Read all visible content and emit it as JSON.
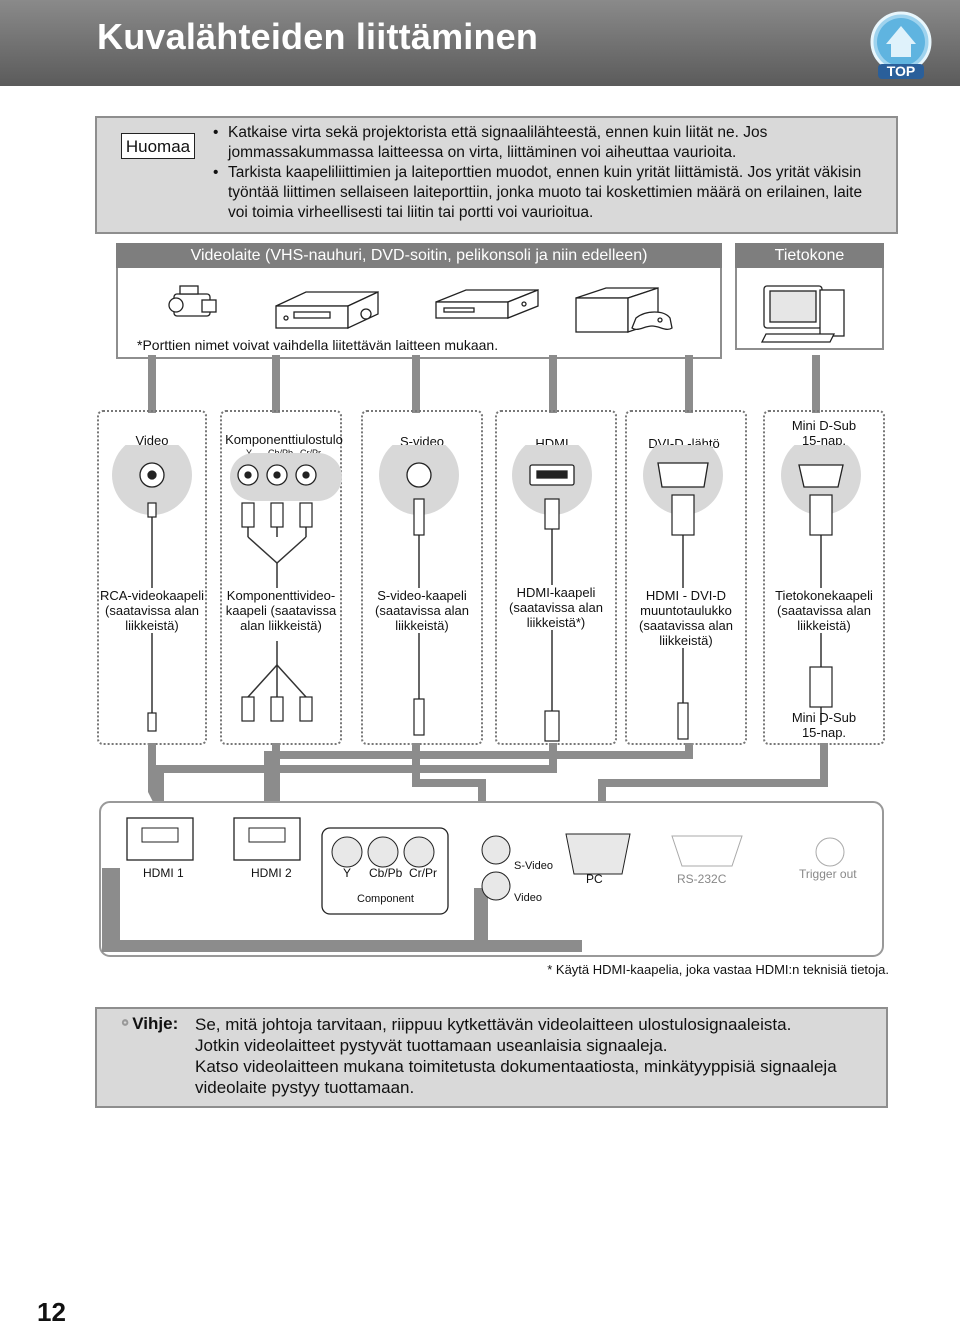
{
  "page_title": "Kuvalähteiden liittäminen",
  "top_button_label": "TOP",
  "note": {
    "label": "Huomaa",
    "bullets": [
      "Katkaise virta sekä projektorista että signaalilähteestä, ennen kuin liität ne. Jos jommassakummassa laitteessa on virta, liittäminen voi aiheuttaa vaurioita.",
      "Tarkista kaapeliliittimien ja laiteporttien muodot, ennen kuin yrität liittämistä. Jos yrität väkisin työntää liittimen sellaiseen laiteporttiin, jonka muoto tai koskettimien määrä on erilainen, laite voi toimia virheellisesti tai liitin tai portti voi vaurioitua."
    ]
  },
  "sources": {
    "video_devices_heading": "Videolaite (VHS-nauhuri, DVD-soitin, pelikonsoli ja niin edelleen)",
    "computer_heading": "Tietokone",
    "device_note": "*Porttien nimet voivat vaihdella liitettävän laitteen mukaan."
  },
  "columns": [
    {
      "port": "Video",
      "cable": "RCA-videokaapeli (saatavissa alan liikkeistä)"
    },
    {
      "port": "Komponenttiulostulo",
      "sub": [
        "Y",
        "Cb/Pb",
        "Cr/Pr"
      ],
      "cable": "Komponenttivideo-kaapeli (saatavissa alan liikkeistä)"
    },
    {
      "port": "S-video",
      "cable": "S-video-kaapeli (saatavissa alan liikkeistä)"
    },
    {
      "port": "HDMI",
      "cable": "HDMI-kaapeli (saatavissa alan liikkeistä*)"
    },
    {
      "port": "DVI-D -lähtö",
      "cable": "HDMI - DVI-D muuntotaulukko (saatavissa alan liikkeistä)"
    },
    {
      "port": "Mini D-Sub 15-nap.",
      "cable": "Tietokonekaapeli (saatavissa alan liikkeistä)",
      "bottom": "Mini D-Sub 15-nap."
    }
  ],
  "projector_ports": {
    "hdmi1": "HDMI 1",
    "hdmi2": "HDMI 2",
    "y": "Y",
    "cbpb": "Cb/Pb",
    "crpr": "Cr/Pr",
    "component": "Component",
    "svideo": "S-Video",
    "video": "Video",
    "pc": "PC",
    "rs232c": "RS-232C",
    "trigger": "Trigger out"
  },
  "footnote": "* Käytä HDMI-kaapelia, joka vastaa HDMI:n teknisiä tietoja.",
  "tip": {
    "label": "Vihje:",
    "lines": [
      "Se, mitä johtoja tarvitaan, riippuu kytkettävän videolaitteen ulostulosignaaleista.",
      "Jotkin videolaitteet pystyvät tuottamaan useanlaisia signaaleja.",
      "Katso videolaitteen mukana toimitetusta dokumentaatiosta, minkätyyppisiä signaaleja videolaite pystyy tuottamaan."
    ]
  },
  "page_number": "12"
}
